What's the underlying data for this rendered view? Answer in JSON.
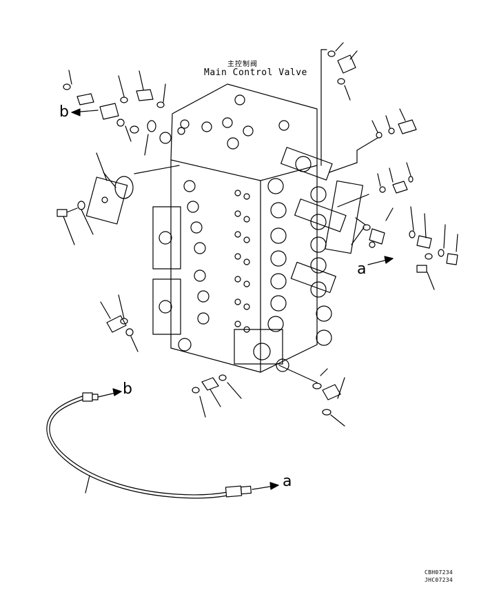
{
  "title": {
    "japanese": "主控制阀",
    "english": "Main Control Valve"
  },
  "callouts": {
    "b_top": "b",
    "b_bottom": "b",
    "a_right": "a",
    "a_bottom": "a"
  },
  "drawing_codes": [
    "CBH07234",
    "JHC07234"
  ]
}
